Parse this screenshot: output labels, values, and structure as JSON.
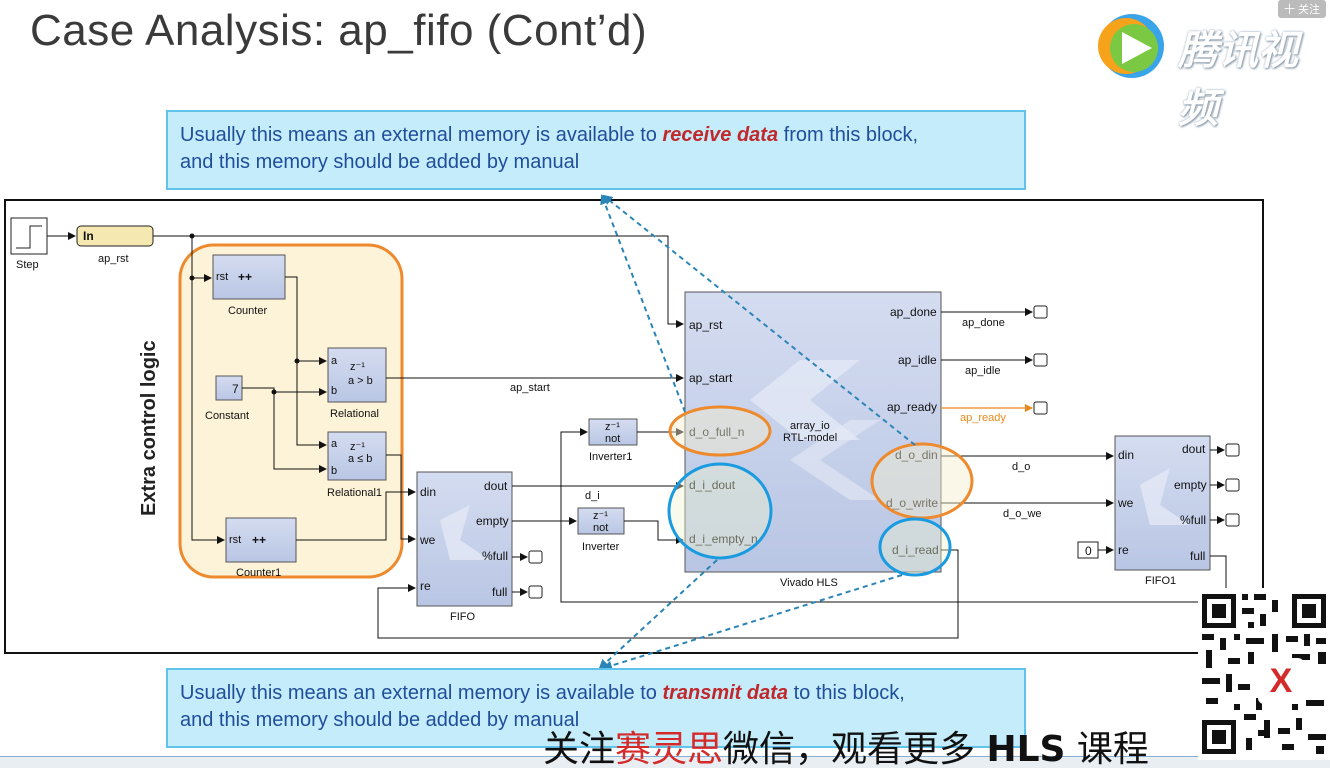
{
  "slide": {
    "title": "Case Analysis: ap_fifo (Cont’d)",
    "watermark_text": "腾讯视频",
    "corner_badge": "十 关注"
  },
  "callout_top": {
    "part1": "Usually this means an external memory is available to ",
    "emphasis": "receive data",
    "part2": " from this block,",
    "line2": "and this memory should be added by manual"
  },
  "callout_bottom": {
    "part1": "Usually this means an external memory is available to ",
    "emphasis": "transmit data",
    "part2": " to this block,",
    "line2": "and this memory should be added by manual"
  },
  "diagram": {
    "side_label": "Extra control logic",
    "blocks": {
      "step": "Step",
      "in_port": "In",
      "ap_rst_label": "ap_rst",
      "counter": "Counter",
      "counter_rst": "rst",
      "counter_glyph": "++",
      "constant": "Constant",
      "constant_value": "7",
      "relational": "Relational",
      "relational_op": "a > b",
      "relational1": "Relational1",
      "relational1_op": "a ≤ b",
      "counter1": "Counter1",
      "counter1_rst": "rst",
      "counter1_glyph": "++",
      "fifo": "FIFO",
      "fifo1": "FIFO1",
      "inverter": "Inverter",
      "inverter1": "Inverter1",
      "not": "not",
      "zinv": "z⁻¹",
      "vivado": "Vivado HLS",
      "vivado_line1": "array_io",
      "vivado_line2": "RTL-model",
      "re_const": "0"
    },
    "ports": {
      "a": "a",
      "b": "b",
      "din": "din",
      "we": "we",
      "re": "re",
      "dout": "dout",
      "empty": "empty",
      "pfull": "%full",
      "full": "full",
      "ap_rst": "ap_rst",
      "ap_start": "ap_start",
      "d_o_full_n": "d_o_full_n",
      "d_i_dout": "d_i_dout",
      "d_i_empty_n": "d_i_empty_n",
      "ap_done": "ap_done",
      "ap_idle": "ap_idle",
      "ap_ready": "ap_ready",
      "d_o_din": "d_o_din",
      "d_o_write": "d_o_write",
      "d_i_read": "d_i_read"
    },
    "signals": {
      "ap_start": "ap_start",
      "d_i": "d_i",
      "ap_done": "ap_done",
      "ap_idle": "ap_idle",
      "ap_ready": "ap_ready",
      "d_o": "d_o",
      "d_o_we": "d_o_we"
    },
    "colors": {
      "block_fill": "#c7d2ea",
      "highlight_orange": "#ee8a2e",
      "highlight_blue": "#1a9be0",
      "callout_fill": "#c5ecfb",
      "arrow_blue": "#2a84b8"
    }
  },
  "subtitle": {
    "p1": "关注",
    "red": "赛灵思",
    "p2": "微信，观看更多 ",
    "hls": "HLS",
    "p3": " 课程"
  },
  "qr_logo_text": "X"
}
